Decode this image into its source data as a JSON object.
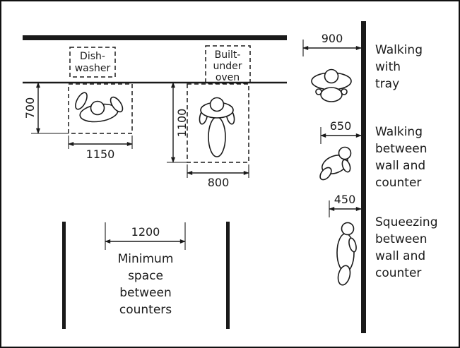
{
  "appliances": {
    "dishwasher": [
      "Dish-",
      "washer"
    ],
    "oven": [
      "Built-",
      "under",
      "oven"
    ]
  },
  "dimensions": {
    "dishwasher_depth": "700",
    "dishwasher_width": "1150",
    "oven_depth": "1100",
    "oven_width": "800",
    "counter_gap": "1200",
    "walking_tray": "900",
    "walking_between": "650",
    "squeezing": "450"
  },
  "notes": {
    "min_space": [
      "Minimum",
      "space",
      "between",
      "counters"
    ],
    "walking_tray": [
      "Walking",
      "with",
      "tray"
    ],
    "walking_between": [
      "Walking",
      "between",
      "wall and",
      "counter"
    ],
    "squeezing": [
      "Squeezing",
      "between",
      "wall and",
      "counter"
    ]
  },
  "colors": {
    "ink": "#1a1a1a",
    "background": "#ffffff"
  }
}
